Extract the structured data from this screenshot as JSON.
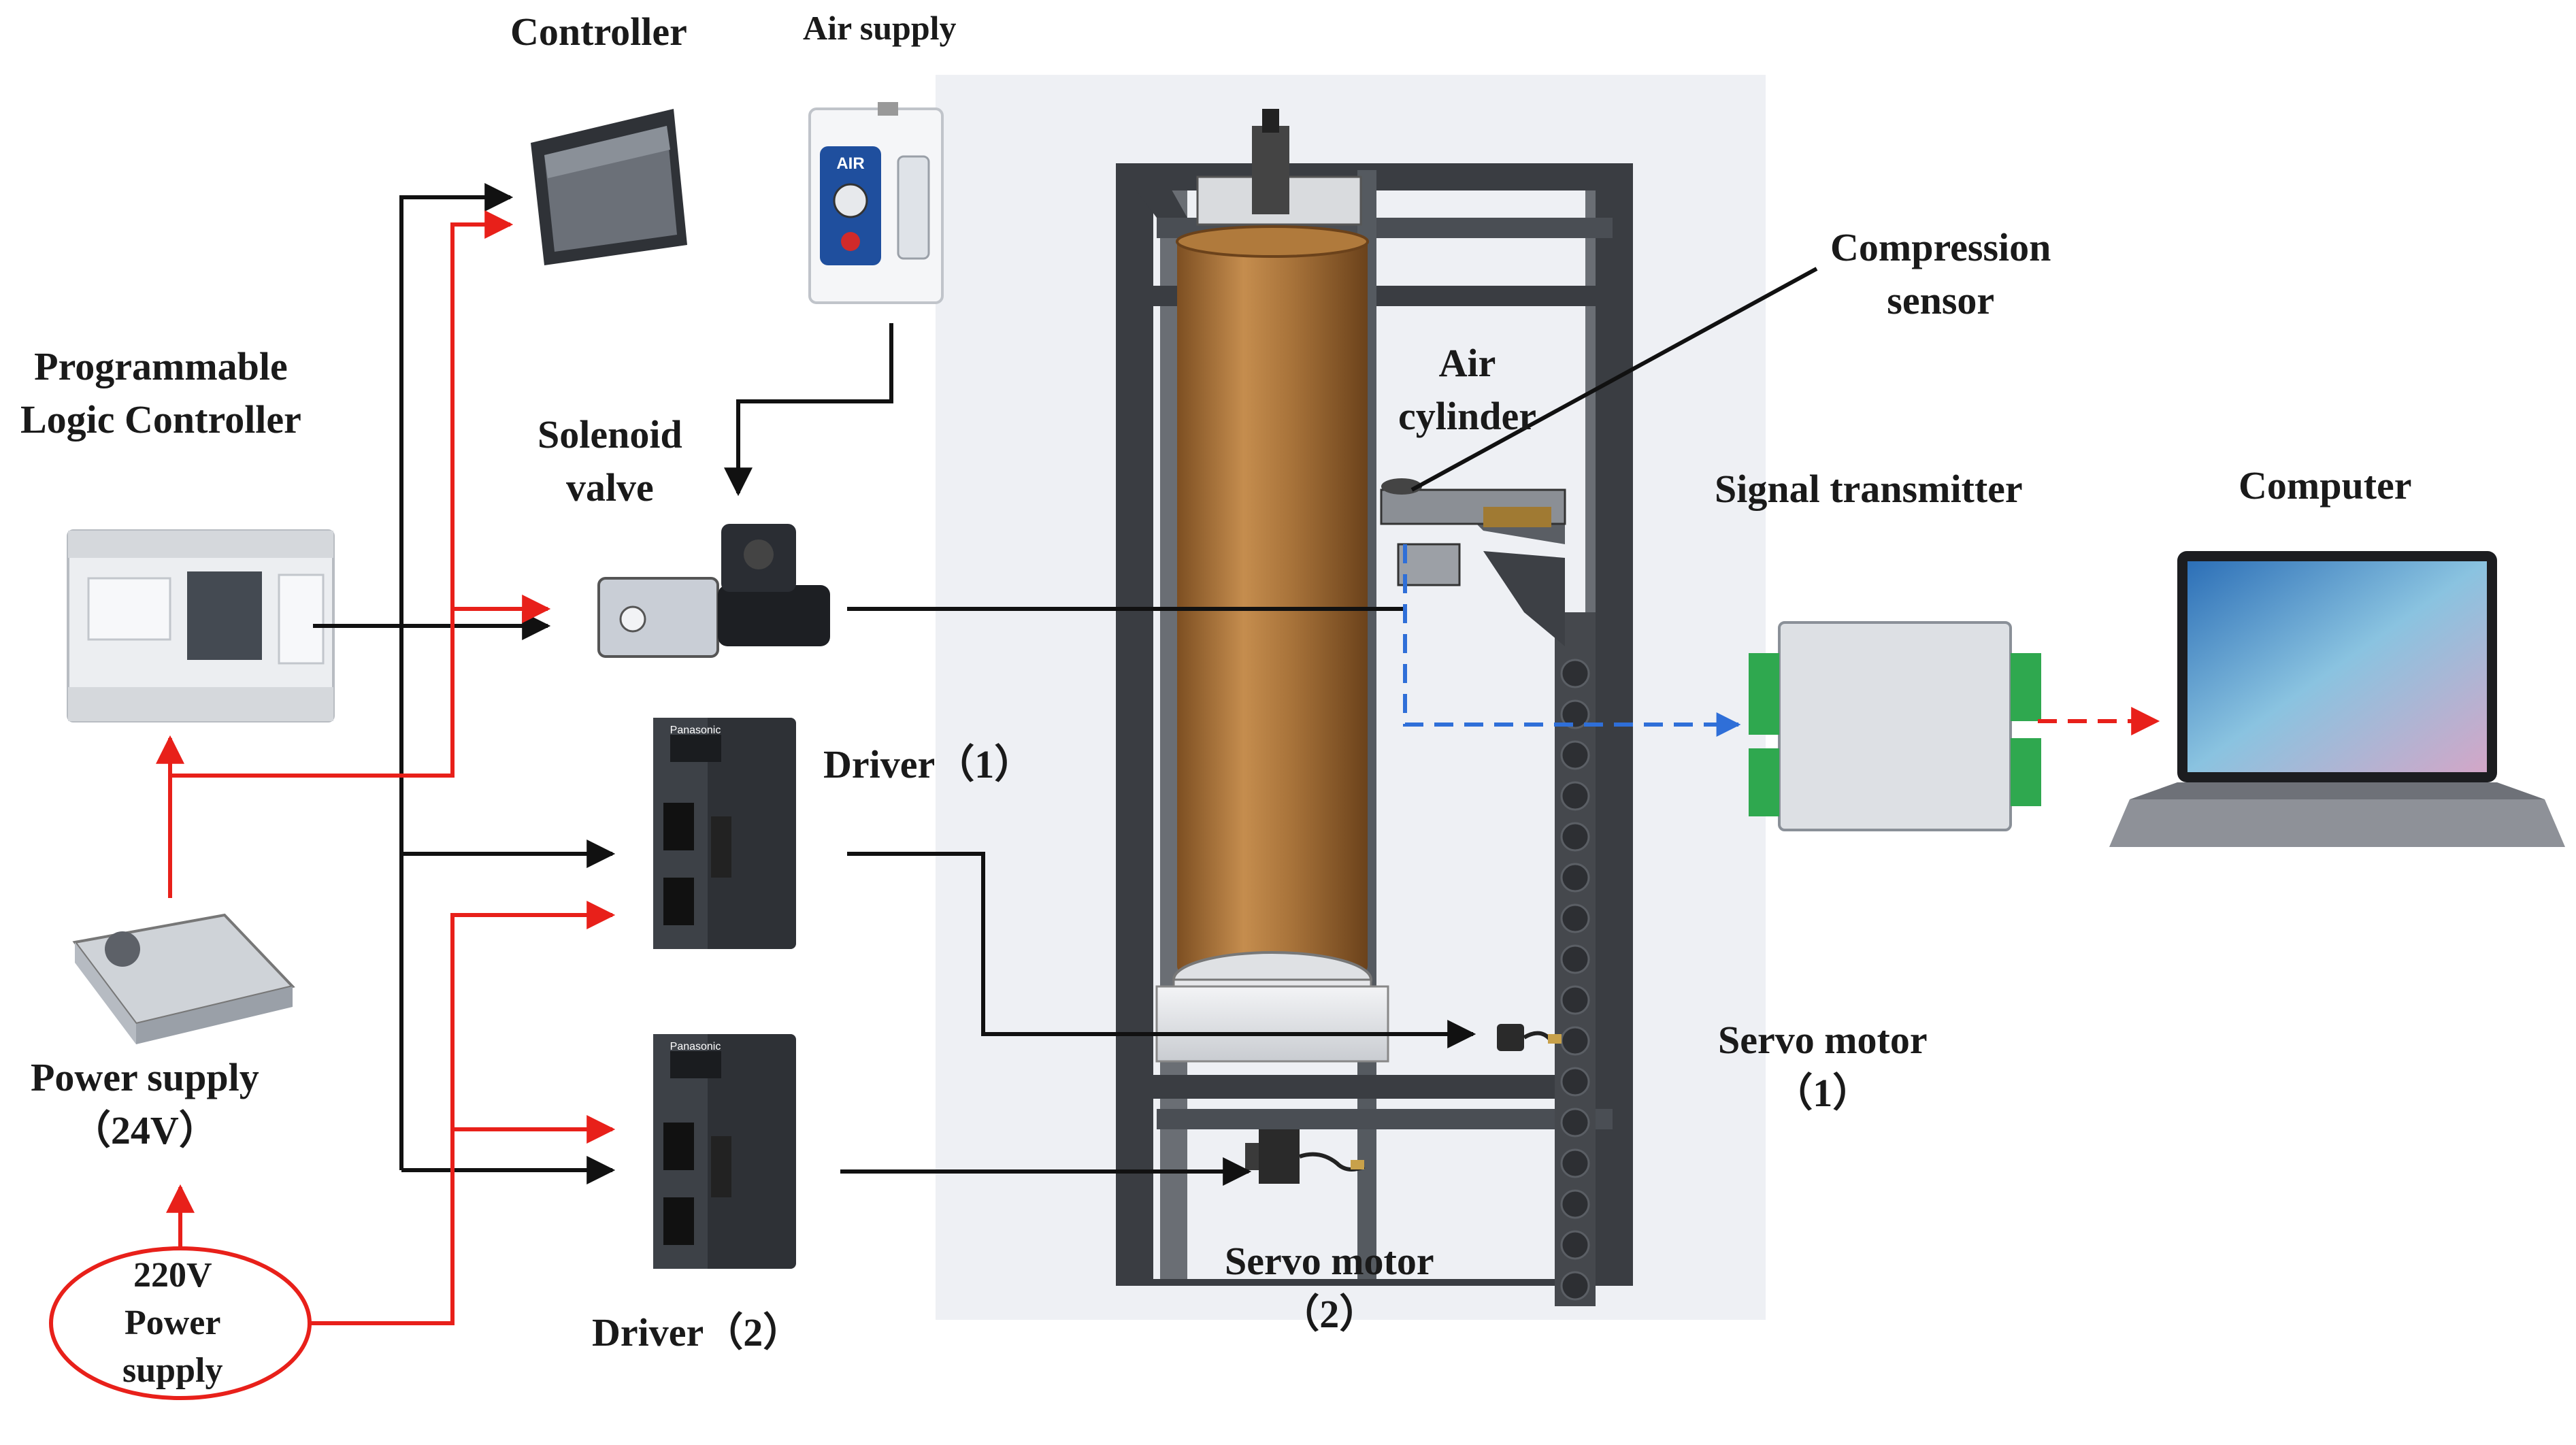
{
  "labels": {
    "controller": "Controller",
    "air_supply": "Air supply",
    "plc": [
      "Programmable",
      "Logic Controller"
    ],
    "solenoid": [
      "Solenoid",
      "valve"
    ],
    "compression_sensor": [
      "Compression",
      "sensor"
    ],
    "air_cylinder": [
      "Air",
      "cylinder"
    ],
    "signal_transmitter": "Signal transmitter",
    "computer": "Computer",
    "driver1": "Driver（1）",
    "driver2": "Driver（2）",
    "servo_motor1": [
      "Servo motor",
      "（1）"
    ],
    "servo_motor2": [
      "Servo motor",
      "（2）"
    ],
    "power_supply": [
      "Power supply",
      "（24V）"
    ],
    "mains": [
      "220V",
      "Power",
      "supply"
    ]
  },
  "device_text": {
    "air_supply_panel": "AIR",
    "driver_brand": "Panasonic"
  },
  "colors": {
    "control_line": "#111111",
    "power_line": "#e8201a",
    "signal_line": "#2f6fd8",
    "frame": "#3a3d42",
    "roller": "#a8733a"
  }
}
